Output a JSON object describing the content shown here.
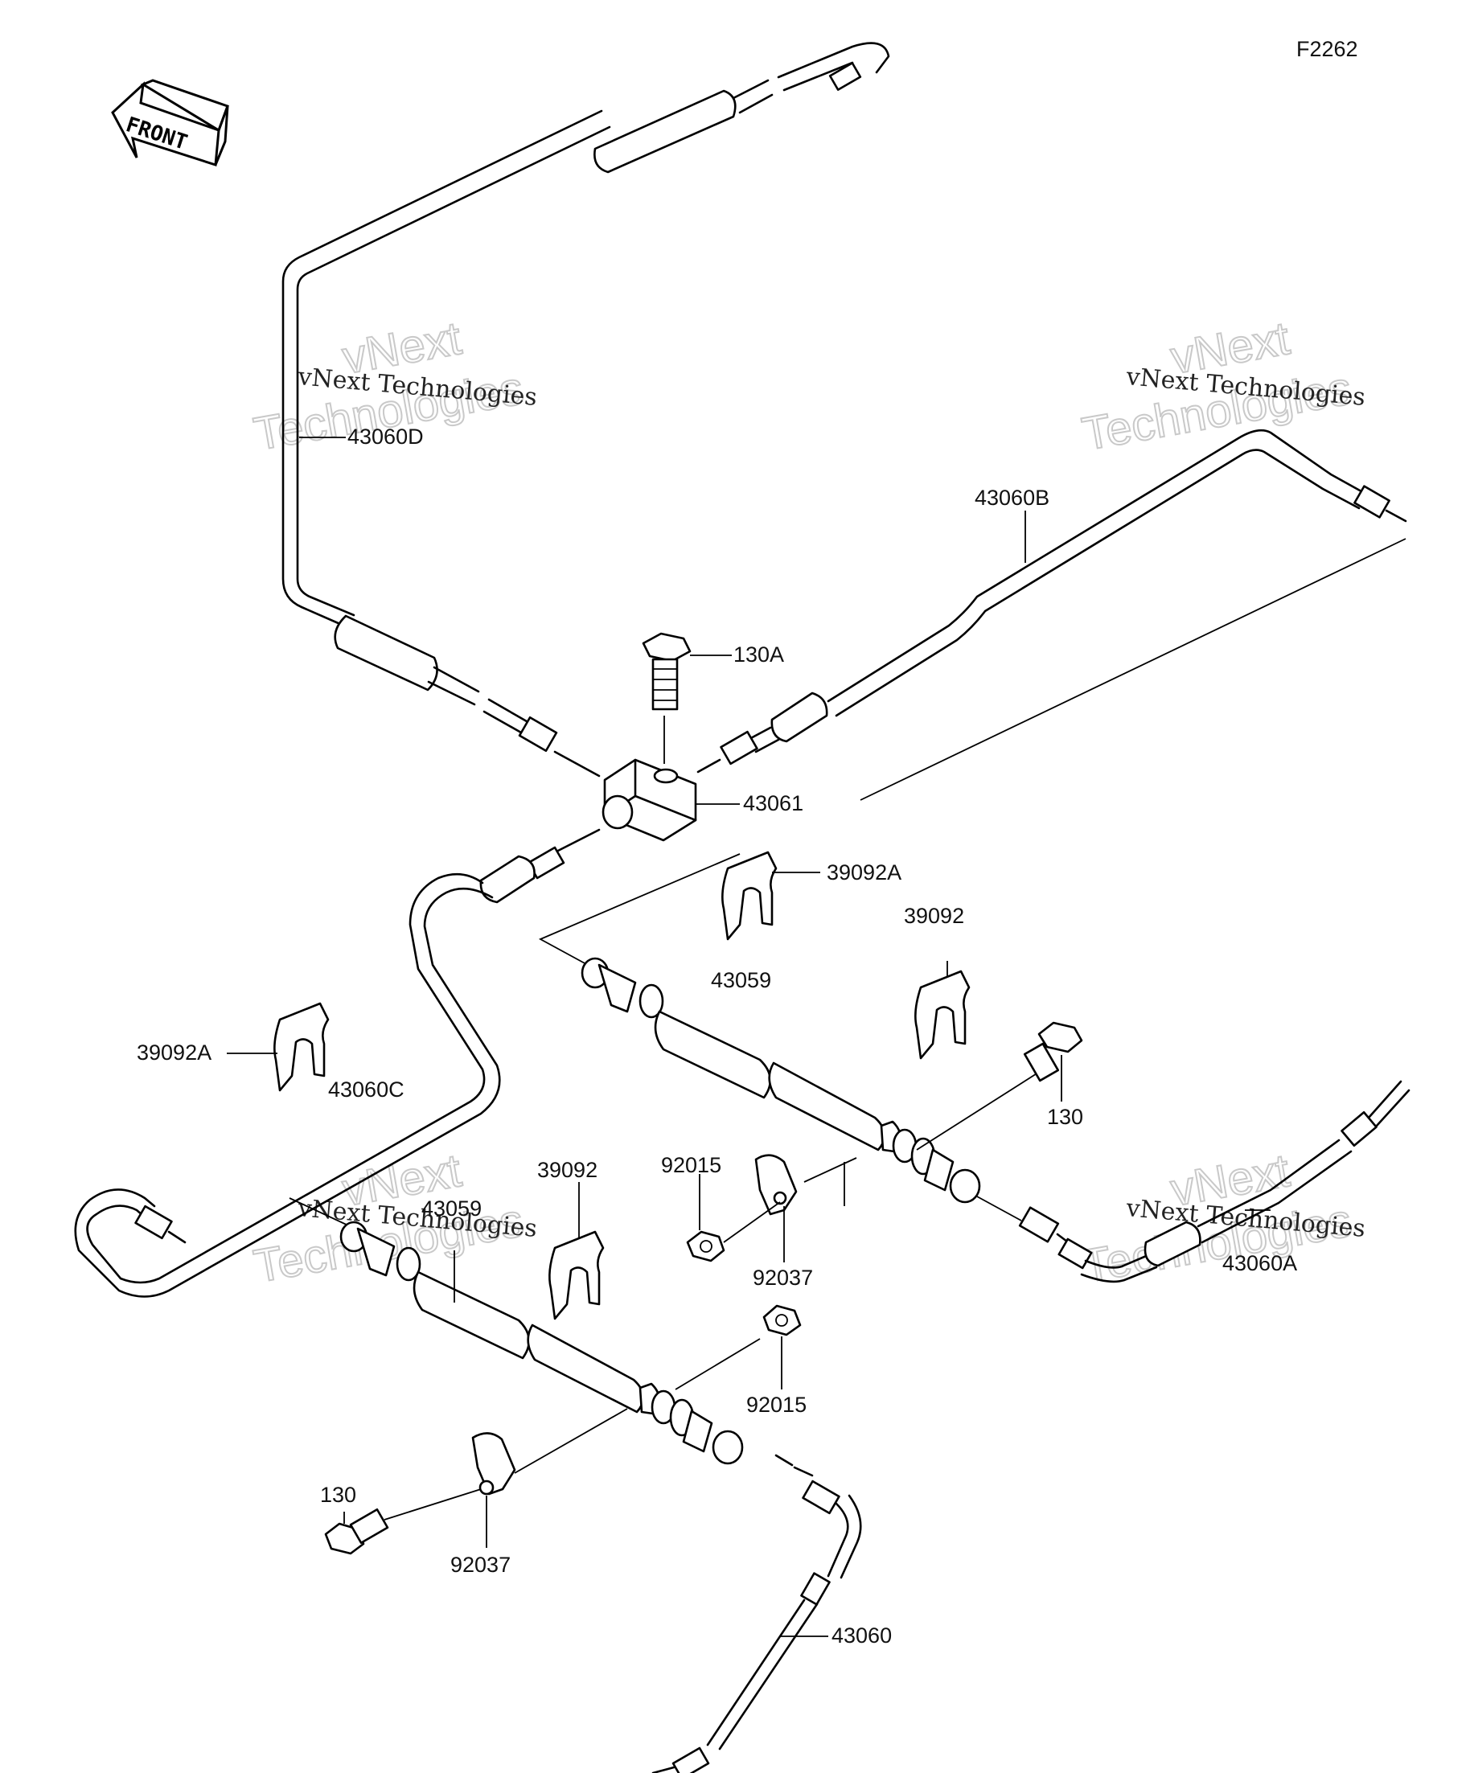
{
  "figure_code": "F2262",
  "direction_arrow": {
    "label": "FRONT",
    "icon": "front-arrow-icon"
  },
  "watermark": {
    "line1": "vNext Technologies",
    "line2_a": "vNext",
    "line2_b": "Technologies"
  },
  "labels": {
    "l43060D": "43060D",
    "l43060B": "43060B",
    "l130A": "130A",
    "l43061": "43061",
    "l39092A_top": "39092A",
    "l39092_top": "39092",
    "l43059_top": "43059",
    "l130_right": "130",
    "l39092A_left": "39092A",
    "l43060C": "43060C",
    "l39092_mid": "39092",
    "l92015_top": "92015",
    "l43059_bottom": "43059",
    "l92037_top": "92037",
    "l43060A": "43060A",
    "l92015_bottom": "92015",
    "l130_bottom": "130",
    "l92037_bottom": "92037",
    "l43060": "43060"
  }
}
